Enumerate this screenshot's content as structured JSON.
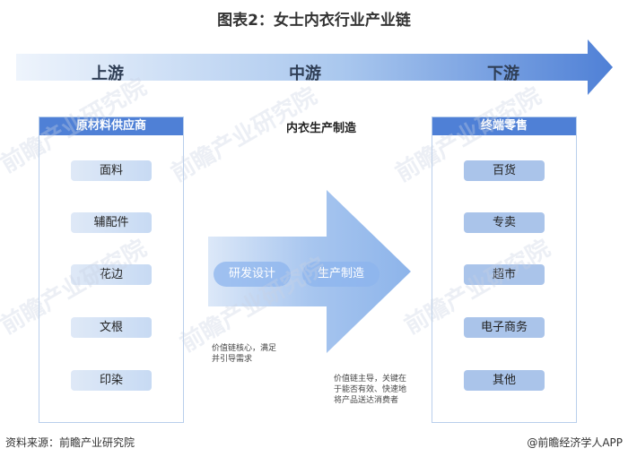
{
  "title": "图表2：女士内衣行业产业链",
  "stages": {
    "upstream": "上游",
    "midstream": "中游",
    "downstream": "下游"
  },
  "left_panel": {
    "header": "原材料供应商",
    "items": [
      "面料",
      "辅配件",
      "花边",
      "文根",
      "印染"
    ]
  },
  "middle": {
    "header": "内衣生产制造",
    "steps": [
      "研发设计",
      "生产制造"
    ],
    "note_left": [
      "价值链核心，满足",
      "并引导需求"
    ],
    "note_right": [
      "价值链主导，关键在",
      "于能否有效、快速地",
      "将产品送达消费者"
    ]
  },
  "right_panel": {
    "header": "终端零售",
    "items": [
      "百货",
      "专卖",
      "超市",
      "电子商务",
      "其他"
    ]
  },
  "footer": {
    "source": "资料来源：前瞻产业研究院",
    "brand": "@前瞻经济学人APP"
  },
  "watermark": "前瞻产业研究院",
  "colors": {
    "accent": "#4f80d6",
    "arrow_light": "#e9f1fb",
    "arrow_dark": "#4f80d6",
    "pill_right": "#aac4ea"
  }
}
